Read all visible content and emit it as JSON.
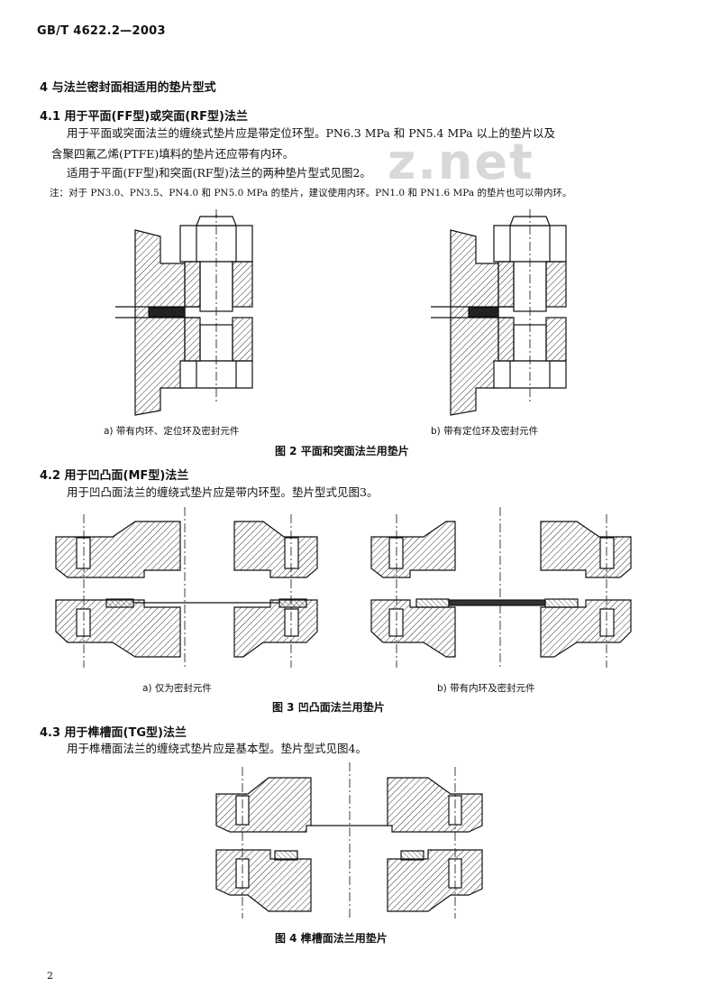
{
  "header": {
    "standard_no": "GB/T 4622.2—2003"
  },
  "watermark": {
    "text": "z.net"
  },
  "section4": {
    "title": "4  与法兰密封面相适用的垫片型式",
    "s41": {
      "title": "4.1  用于平面(FF型)或突面(RF型)法兰",
      "para1_line1": "用于平面或突面法兰的缠绕式垫片应是带定位环型。PN6.3 MPa 和 PN5.4 MPa 以上的垫片以及",
      "para1_line2": "含聚四氟乙烯(PTFE)填料的垫片还应带有内环。",
      "para2": "适用于平面(FF型)和突面(RF型)法兰的两种垫片型式见图2。",
      "note": "注：对于 PN3.0、PN3.5、PN4.0 和 PN5.0 MPa 的垫片，建议使用内环。PN1.0 和 PN1.6 MPa 的垫片也可以带内环。",
      "fig2": {
        "sub_a": "a) 带有内环、定位环及密封元件",
        "sub_b": "b) 带有定位环及密封元件",
        "caption": "图 2   平面和突面法兰用垫片"
      }
    },
    "s42": {
      "title": "4.2  用于凹凸面(MF型)法兰",
      "para": "用于凹凸面法兰的缠绕式垫片应是带内环型。垫片型式见图3。",
      "fig3": {
        "sub_a": "a) 仅为密封元件",
        "sub_b": "b) 带有内环及密封元件",
        "caption": "图 3   凹凸面法兰用垫片"
      }
    },
    "s43": {
      "title": "4.3  用于榫槽面(TG型)法兰",
      "para": "用于榫槽面法兰的缠绕式垫片应是基本型。垫片型式见图4。",
      "fig4": {
        "caption": "图 4   榫槽面法兰用垫片"
      }
    }
  },
  "footer": {
    "page_number": "2"
  }
}
